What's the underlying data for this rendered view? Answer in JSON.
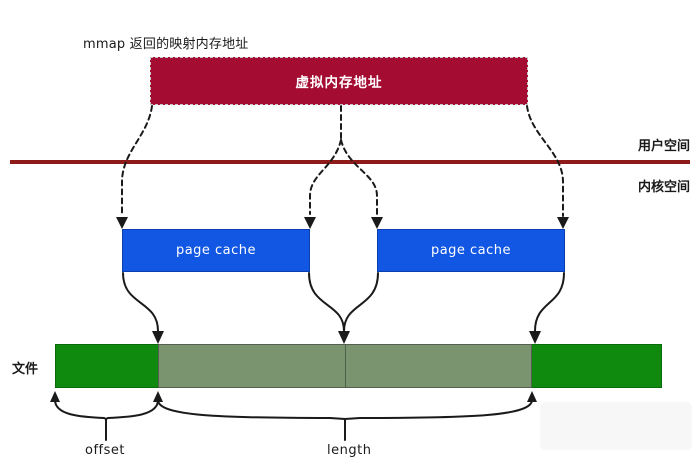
{
  "diagram": {
    "title": "mmap 返回的映射内存地址",
    "virtual_memory_box": {
      "label": "虚拟内存地址",
      "color": "#a40c32"
    },
    "space_boundary": {
      "user_space_label": "用户空间",
      "kernel_space_label": "内核空间",
      "separator_color": "#8e1a1a"
    },
    "page_caches": [
      {
        "label": "page cache"
      },
      {
        "label": "page cache"
      }
    ],
    "page_cache_color": "#1157e3",
    "file": {
      "label": "文件",
      "color": "#0f8a0f",
      "mapped_region_color": "#7b9470"
    },
    "annotations": {
      "offset": "offset",
      "length": "length"
    },
    "arrow_color": "#1a1a1a"
  }
}
